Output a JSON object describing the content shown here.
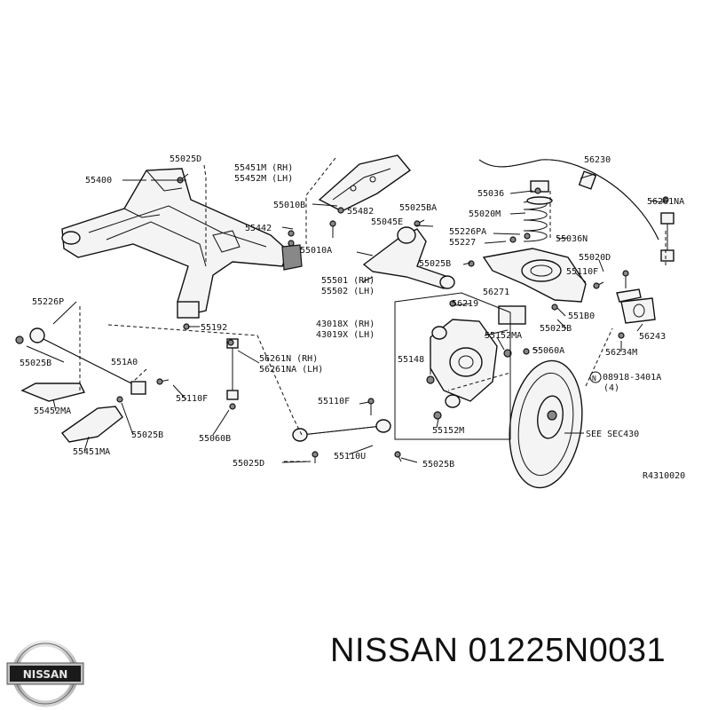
{
  "diagram_code": "R4310020",
  "labels": [
    "55025D",
    "55400",
    "55451M (RH)",
    "55452M (LH)",
    "56230",
    "55010B",
    "55482",
    "55025BA",
    "55036",
    "56261NA",
    "55442",
    "55045E",
    "55020M",
    "55226PA",
    "55036N",
    "55227",
    "55010A",
    "55025B",
    "55020D",
    "55501 (RH)",
    "55502 (LH)",
    "55110F",
    "56271",
    "55226P",
    "56219",
    "551B0",
    "55192",
    "43018X (RH)",
    "43019X (LH)",
    "55152MA",
    "55025B",
    "56243",
    "55025B",
    "551A0",
    "56261N (RH)",
    "56261NA (LH)",
    "55148",
    "55060A",
    "56234M",
    "08918-3401A",
    "(4)",
    "55452MA",
    "55110F",
    "55060B",
    "55152M",
    "SEE SEC430",
    "55025B",
    "55451MA",
    "55025D",
    "55110U",
    "55025B"
  ],
  "brand": {
    "logo_text": "NISSAN",
    "part_number_text": "NISSAN 01225N0031"
  }
}
